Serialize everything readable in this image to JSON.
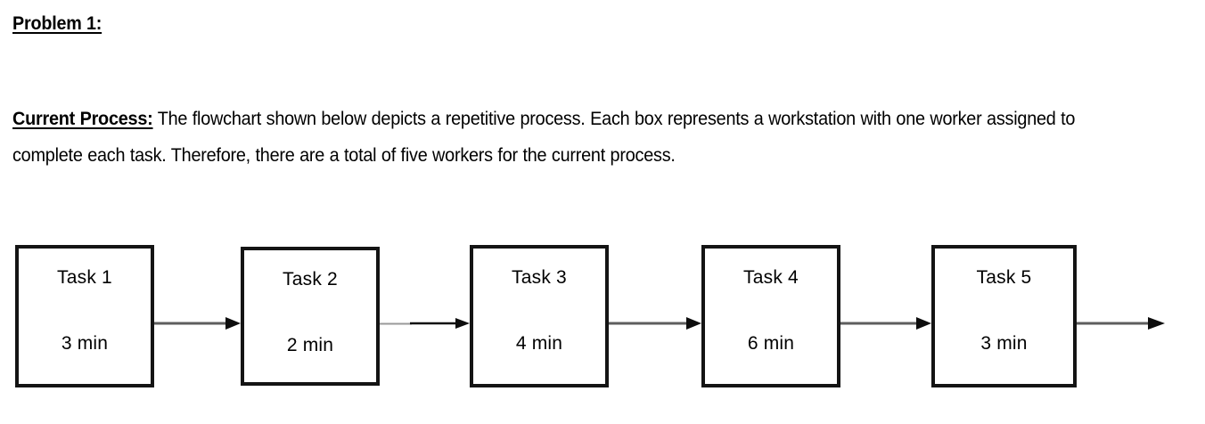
{
  "document": {
    "heading": "Problem 1:",
    "paragraph_lead": "Current Process:",
    "paragraph_body": " The flowchart shown below depicts a repetitive process. Each box represents a workstation with one worker assigned to complete each task.  Therefore, there are a total of five workers for the current process."
  },
  "flowchart": {
    "type": "linear-process-flow",
    "arrow_color": "#1a1a1a",
    "box_border_color": "#141414",
    "box_fill": "#ffffff",
    "total_workers": 5,
    "boxes": [
      {
        "title": "Task 1",
        "time": "3 min",
        "minutes": 3
      },
      {
        "title": "Task 2",
        "time": "2 min",
        "minutes": 2
      },
      {
        "title": "Task 3",
        "time": "4 min",
        "minutes": 4
      },
      {
        "title": "Task 4",
        "time": "6 min",
        "minutes": 6
      },
      {
        "title": "Task 5",
        "time": "3 min",
        "minutes": 3
      }
    ]
  }
}
